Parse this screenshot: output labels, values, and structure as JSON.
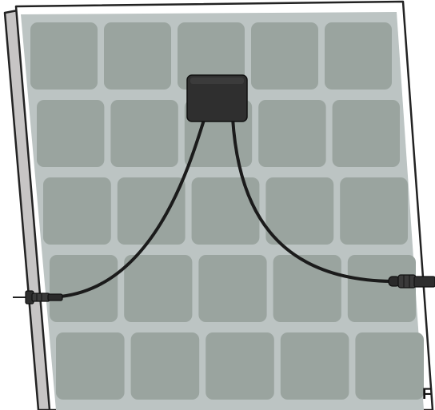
{
  "illustration": {
    "subject": "solar-panel",
    "cell_rows": 5,
    "cell_columns": 5,
    "colors": {
      "frame_side": "#c7c5c5",
      "frame_front": "#ffffff",
      "outline": "#222222",
      "panel_backsheet": "#bcc4c3",
      "cell": "#9aa49f",
      "junction_box": "#2f2f2f",
      "cable": "#1b1b1b",
      "connector": "#3a3a3a"
    }
  },
  "corner_text": "F"
}
